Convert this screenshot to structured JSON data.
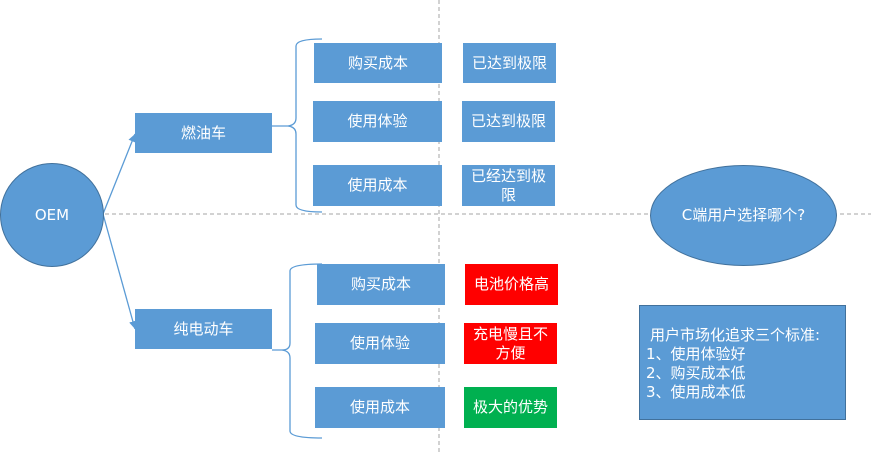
{
  "root": {
    "label": "OEM"
  },
  "colors": {
    "box": "#5b9bd5",
    "negative": "#ff0000",
    "positive": "#00b050",
    "line": "#5b9bd5",
    "guide": "#a6a6a6"
  },
  "branches": [
    {
      "label": "燃油车",
      "rows": [
        {
          "factor": "购买成本",
          "verdict": "已达到极限",
          "status": "neutral"
        },
        {
          "factor": "使用体验",
          "verdict": "已达到极限",
          "status": "neutral"
        },
        {
          "factor": "使用成本",
          "verdict": "已经达到极限",
          "status": "neutral"
        }
      ]
    },
    {
      "label": "纯电动车",
      "rows": [
        {
          "factor": "购买成本",
          "verdict": "电池价格高",
          "status": "negative"
        },
        {
          "factor": "使用体验",
          "verdict": "充电慢且不方便",
          "status": "negative"
        },
        {
          "factor": "使用成本",
          "verdict": "极大的优势",
          "status": "positive"
        }
      ]
    }
  ],
  "question": {
    "label": "C端用户选择哪个?"
  },
  "criteria": {
    "title": "用户市场化追求三个标准:",
    "items": [
      "1、使用体验好",
      "2、购买成本低",
      "3、使用成本低"
    ]
  }
}
